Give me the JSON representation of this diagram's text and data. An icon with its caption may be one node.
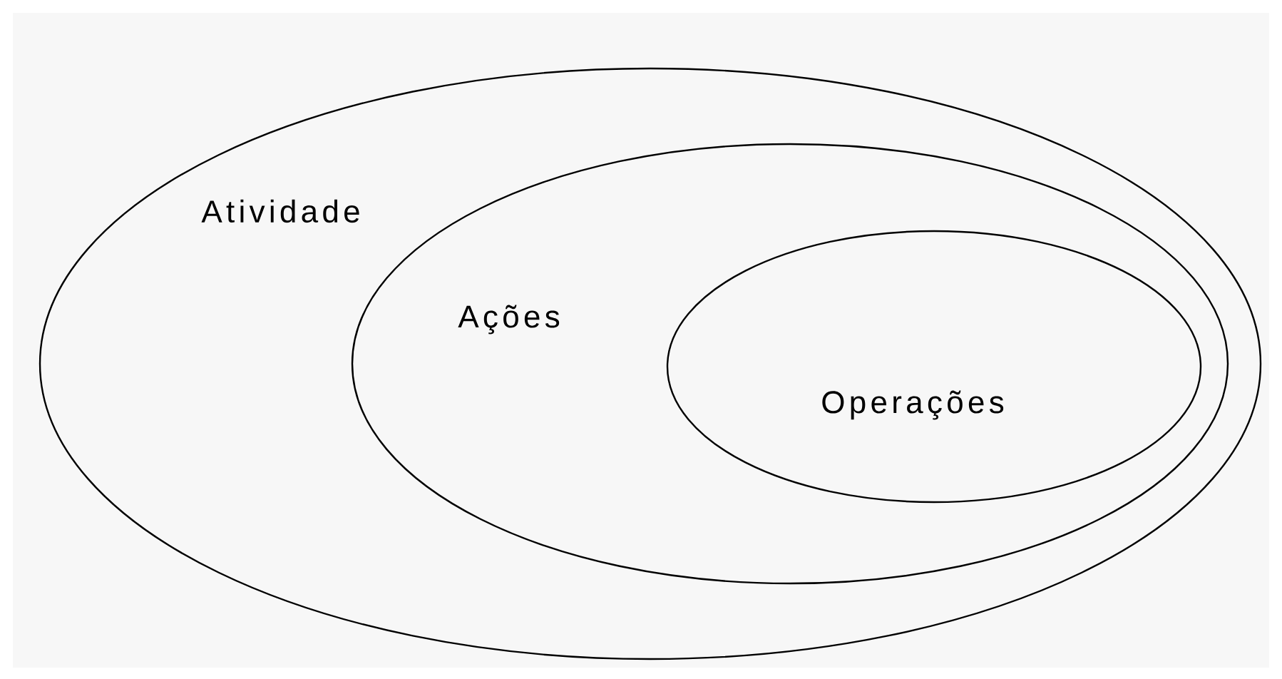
{
  "diagram": {
    "nodes": [
      {
        "text": [
          "Atividade"
        ]
      },
      {
        "text": [
          "Ações"
        ],
        "in": 0
      },
      {
        "text": [
          "Operações"
        ],
        "in": 1
      }
    ]
  }
}
